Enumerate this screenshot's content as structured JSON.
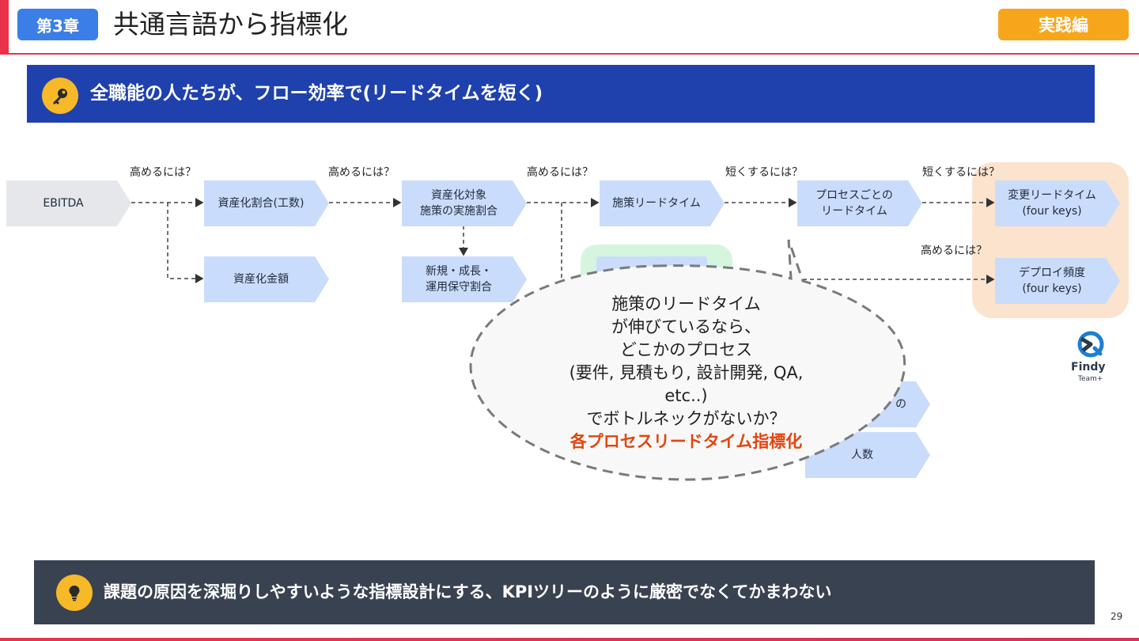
{
  "header": {
    "chapter_badge": "第3章",
    "title": "共通言語から指標化",
    "practice_badge": "実践編"
  },
  "key_banner": {
    "icon": "key-icon",
    "text": "全職能の人たちが、フロー効率で(リードタイムを短く)"
  },
  "diagram": {
    "questions": {
      "q1": "高めるには？",
      "q2": "高めるには？",
      "q3": "高めるには？",
      "q4": "短くするには？",
      "q5": "短くするには？",
      "q6": "高めるには？"
    },
    "nodes": {
      "ebitda": "EBITDA",
      "capitalization_ratio": "資産化割合(工数)",
      "capitalization_amount": "資産化金額",
      "capitalized_target_line1": "資産化対象",
      "capitalized_target_line2": "施策の実施割合",
      "new_growth_line1": "新規・成長・",
      "new_growth_line2": "運用保守割合",
      "initiative_lead_time": "施策リードタイム",
      "process_lead_time_line1": "プロセスごとの",
      "process_lead_time_line2": "リードタイム",
      "change_lead_time_line1": "変更リードタイム",
      "change_lead_time_line2": "(four keys)",
      "deploy_frequency_line1": "デプロイ頻度",
      "deploy_frequency_line2": "(four keys)",
      "partial_node_text": "の",
      "headcount": "人数"
    }
  },
  "callout": {
    "lines": [
      "施策のリードタイム",
      "が伸びているなら、",
      "どこかのプロセス",
      "(要件, 見積もり, 設計開発, QA,",
      "etc..)",
      "でボトルネックがないか？"
    ],
    "highlight": "各プロセスリードタイム指標化",
    "highlight_color": "#e2450f"
  },
  "logo": {
    "word": "Findy",
    "sub": "Team+"
  },
  "tip_banner": {
    "icon": "lightbulb-icon",
    "text": "課題の原因を深堀りしやすいような指標設計にする、KPIツリーのように厳密でなくてかまわない"
  },
  "page_number": "29",
  "colors": {
    "accent_red": "#e8334a",
    "chapter_blue": "#3b7ee8",
    "practice_orange": "#f7a61c",
    "banner_blue": "#1f41ad",
    "tip_dark": "#394250",
    "node_blue": "#cadcfb",
    "group_orange": "#fbe3cd",
    "group_green": "#d5f5df"
  }
}
